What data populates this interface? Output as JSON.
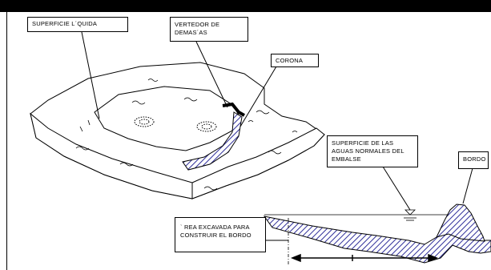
{
  "labels": {
    "superficie_liquida": "Superficie l´quida",
    "vertedor": "Vertedor de demas´as",
    "corona": "Corona",
    "superficie_aguas": "Superficie de las aguas normales del embalse",
    "bordo": "Bordo",
    "area_excavada": "` rea excavada para construir el bordo"
  },
  "colors": {
    "line": "#000000",
    "hatch": "#3a3aa0",
    "fill": "#ffffff"
  }
}
